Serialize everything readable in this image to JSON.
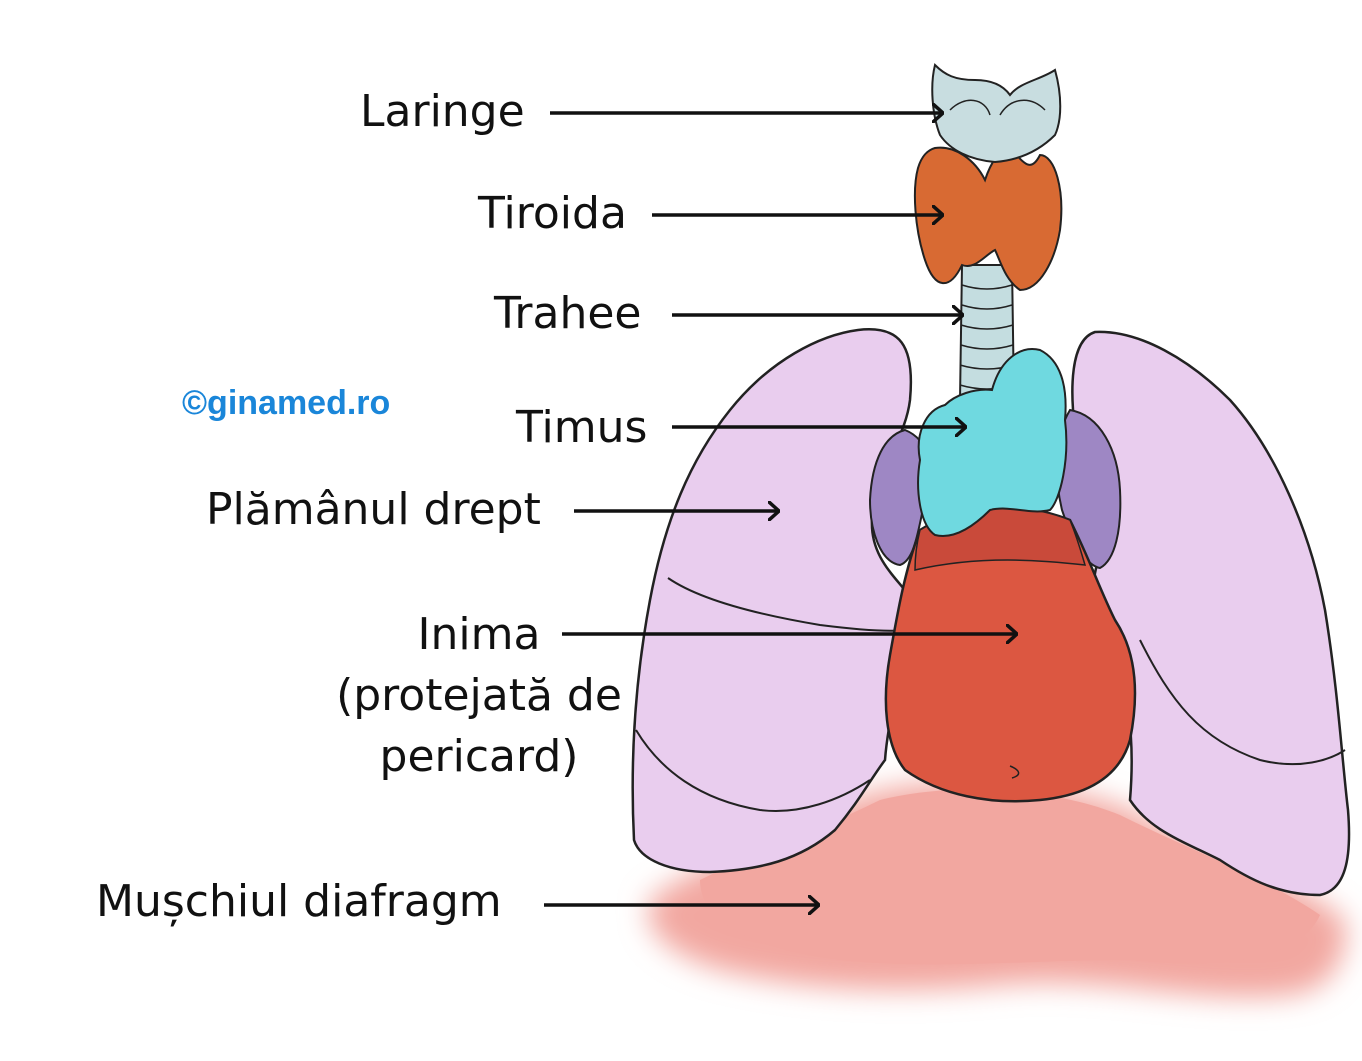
{
  "labels": {
    "larynx": "Laringe",
    "thyroid": "Tiroida",
    "trachea": "Trahee",
    "thymus": "Timus",
    "right_lung": "Plămânul drept",
    "heart_line1": "Inima",
    "heart_line2": "(protejată de",
    "heart_line3": "pericard)",
    "diaphragm": "Mușchiul diafragm"
  },
  "watermark": "©ginamed.ro",
  "colors": {
    "lung": "#e9cdee",
    "lung_shadow": "#9e87c4",
    "heart": "#dc5741",
    "heart_top": "#c94a3a",
    "thymus": "#6fd9e0",
    "thyroid": "#d86a33",
    "trachea": "#c4dde0",
    "larynx": "#c8dde0",
    "diaphragm": "#f2a7a0",
    "watermark": "#1a86d9",
    "outline": "#222222"
  }
}
